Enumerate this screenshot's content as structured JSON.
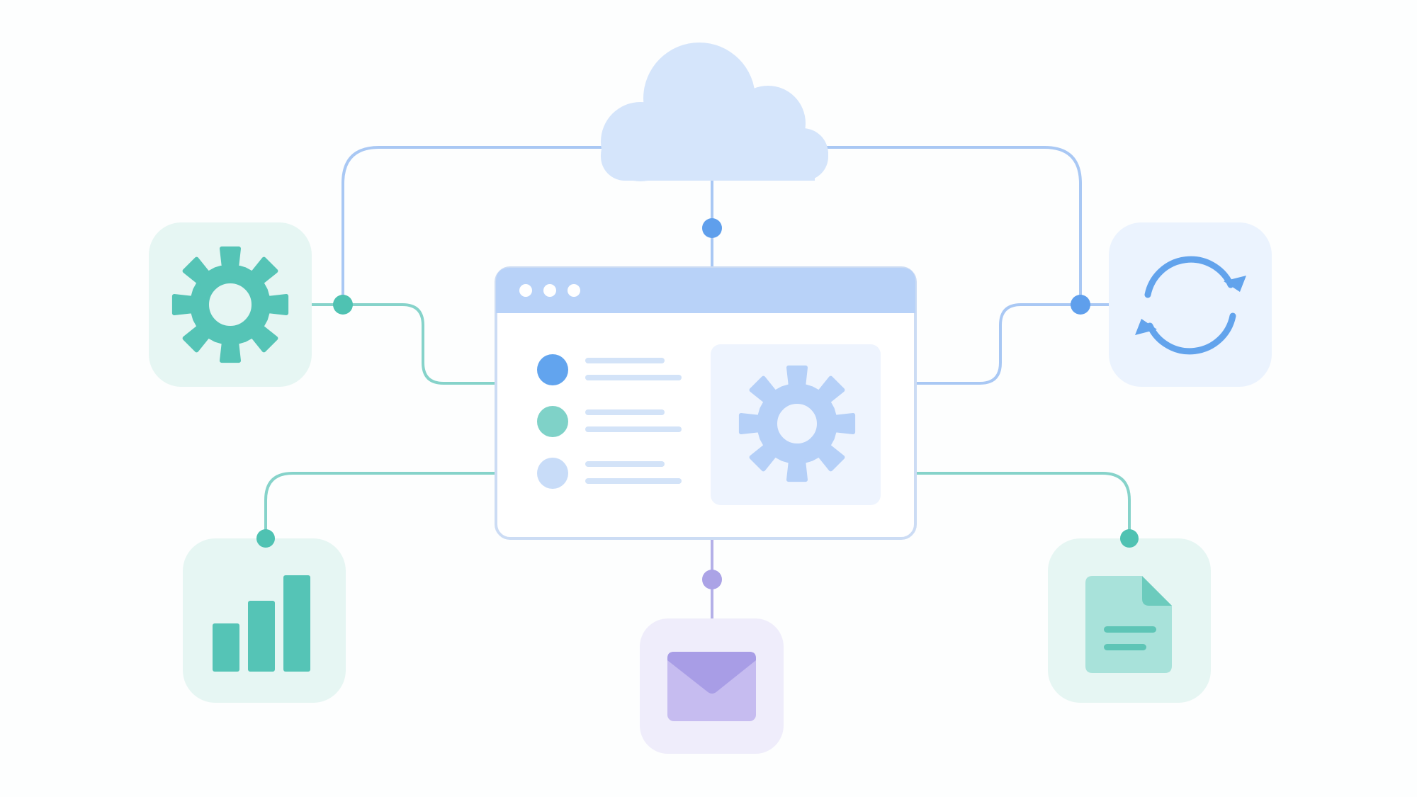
{
  "colors": {
    "background": "#fdfefe",
    "cloud": "#d5e5fb",
    "blue_line": "#a9c8f4",
    "teal_line": "#86d3ca",
    "purple_line": "#b4b0e8",
    "blue_node": "#5f9fec",
    "teal_node": "#4fc2b2",
    "purple_node": "#aba3e6",
    "window_border": "#ccdcf4",
    "window_titlebar": "#b8d2f8",
    "window_body": "#ffffff",
    "inner_panel": "#eef4fe",
    "inner_gear": "#b5d0f8",
    "teal_tile": "#e6f6f3",
    "blue_tile": "#ebf3fe",
    "purple_tile": "#efedfb",
    "teal_icon": "#55c4b6",
    "sync_icon": "#62a3ec",
    "envelope_body": "#c6bcf0",
    "envelope_flap": "#a89de6",
    "document_body": "#a8e2da",
    "document_fold": "#6ccbbd",
    "document_line": "#5ec5b6",
    "list_bullet_blue": "#62a4ee",
    "list_bullet_teal": "#7fd2c8",
    "list_bullet_light": "#c8dcf8",
    "list_line": "#d3e3f8"
  },
  "icons": {
    "center": "app-window-icon",
    "top": "cloud-icon",
    "top_left": "gear-icon",
    "top_right": "sync-icon",
    "bottom_left": "bar-chart-icon",
    "bottom_center": "envelope-icon",
    "bottom_right": "document-icon"
  },
  "window": {
    "list_items": [
      {
        "bullet": "blue"
      },
      {
        "bullet": "teal"
      },
      {
        "bullet": "light"
      }
    ]
  }
}
